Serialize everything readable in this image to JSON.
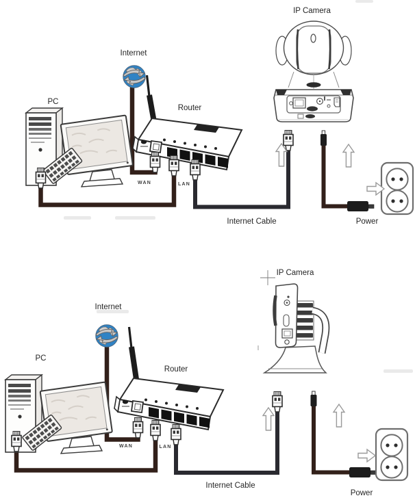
{
  "colors": {
    "globe_blue": "#2f83c5",
    "cable_brown": "#32201a",
    "cable_black": "#2a2a30",
    "label_text": "#262626",
    "port_label_text": "#3d3d3d"
  },
  "diagrams": [
    {
      "labels": {
        "pc": "PC",
        "internet": "Internet",
        "router": "Router",
        "ip_camera": "IP Camera",
        "wan": "WAN",
        "lan": "LAN",
        "internet_cable": "Internet Cable",
        "power": "Power"
      }
    },
    {
      "labels": {
        "pc": "PC",
        "internet": "Internet",
        "router": "Router",
        "ip_camera": "IP Camera",
        "wan": "WAN",
        "lan": "LAN",
        "internet_cable": "Internet Cable",
        "power": "Power"
      }
    }
  ]
}
